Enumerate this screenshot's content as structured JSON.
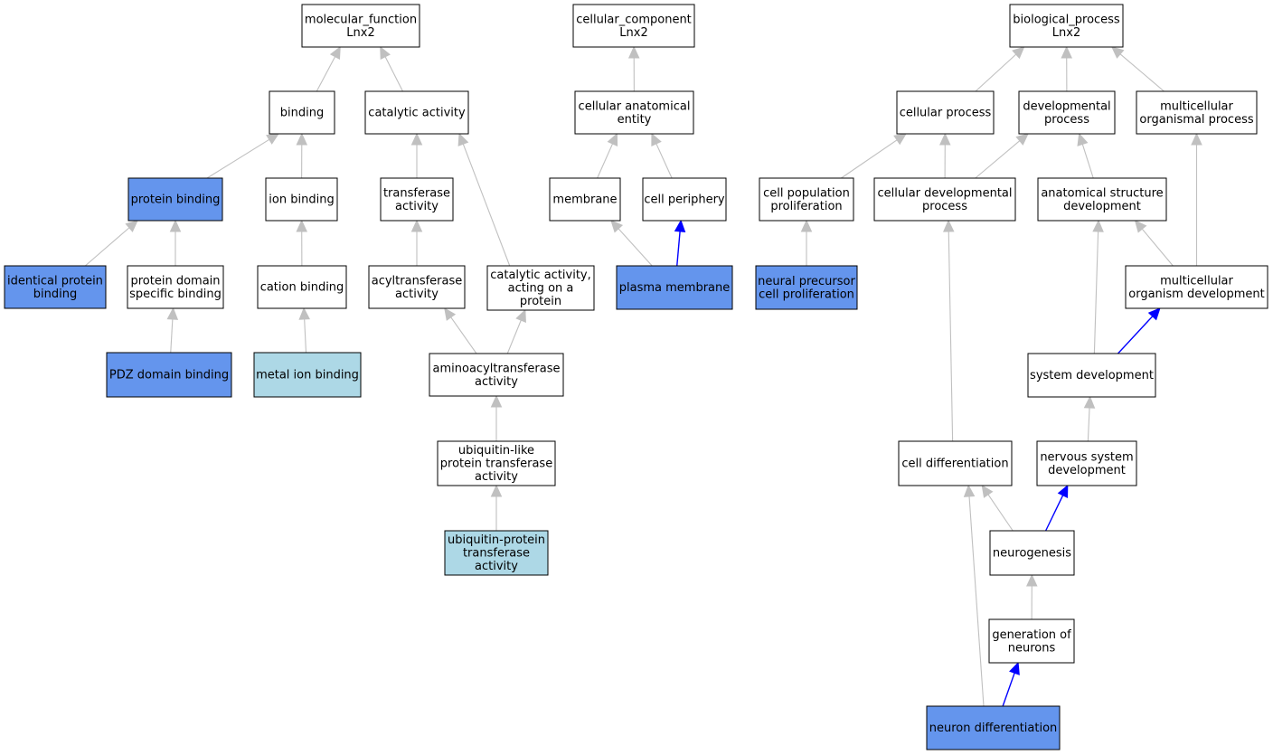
{
  "colors": {
    "default_fill": "#ffffff",
    "highlight_fill": "#6495ed",
    "light_fill": "#add8e6",
    "gray_edge": "#c0c0c0",
    "blue_edge": "#0000ff",
    "border": "#000000"
  },
  "nodes": [
    {
      "id": "mf",
      "lines": [
        "molecular_function",
        "Lnx2"
      ],
      "fill": "default"
    },
    {
      "id": "binding",
      "lines": [
        "binding"
      ],
      "fill": "default"
    },
    {
      "id": "catalytic",
      "lines": [
        "catalytic activity"
      ],
      "fill": "default"
    },
    {
      "id": "protein_binding",
      "lines": [
        "protein binding"
      ],
      "fill": "highlight"
    },
    {
      "id": "ion_binding",
      "lines": [
        "ion binding"
      ],
      "fill": "default"
    },
    {
      "id": "transferase",
      "lines": [
        "transferase",
        "activity"
      ],
      "fill": "default"
    },
    {
      "id": "identical",
      "lines": [
        "identical protein",
        "binding"
      ],
      "fill": "highlight"
    },
    {
      "id": "domain_specific",
      "lines": [
        "protein domain",
        "specific binding"
      ],
      "fill": "default"
    },
    {
      "id": "cation",
      "lines": [
        "cation binding"
      ],
      "fill": "default"
    },
    {
      "id": "acyltransferase",
      "lines": [
        "acyltransferase",
        "activity"
      ],
      "fill": "default"
    },
    {
      "id": "cat_protein",
      "lines": [
        "catalytic activity,",
        "acting on a",
        "protein"
      ],
      "fill": "default"
    },
    {
      "id": "pdz",
      "lines": [
        "PDZ domain binding"
      ],
      "fill": "highlight"
    },
    {
      "id": "metal",
      "lines": [
        "metal ion binding"
      ],
      "fill": "light"
    },
    {
      "id": "aminoacyl",
      "lines": [
        "aminoacyltransferase",
        "activity"
      ],
      "fill": "default"
    },
    {
      "id": "ubl",
      "lines": [
        "ubiquitin-like",
        "protein transferase",
        "activity"
      ],
      "fill": "default"
    },
    {
      "id": "ubp",
      "lines": [
        "ubiquitin-protein",
        "transferase",
        "activity"
      ],
      "fill": "light"
    },
    {
      "id": "cc",
      "lines": [
        "cellular_component",
        "Lnx2"
      ],
      "fill": "default"
    },
    {
      "id": "cae",
      "lines": [
        "cellular anatomical",
        "entity"
      ],
      "fill": "default"
    },
    {
      "id": "membrane",
      "lines": [
        "membrane"
      ],
      "fill": "default"
    },
    {
      "id": "periphery",
      "lines": [
        "cell periphery"
      ],
      "fill": "default"
    },
    {
      "id": "plasma",
      "lines": [
        "plasma membrane"
      ],
      "fill": "highlight"
    },
    {
      "id": "bp",
      "lines": [
        "biological_process",
        "Lnx2"
      ],
      "fill": "default"
    },
    {
      "id": "cell_process",
      "lines": [
        "cellular process"
      ],
      "fill": "default"
    },
    {
      "id": "dev_process",
      "lines": [
        "developmental",
        "process"
      ],
      "fill": "default"
    },
    {
      "id": "multi_process",
      "lines": [
        "multicellular",
        "organismal process"
      ],
      "fill": "default"
    },
    {
      "id": "cell_pop",
      "lines": [
        "cell population",
        "proliferation"
      ],
      "fill": "default"
    },
    {
      "id": "cell_dev",
      "lines": [
        "cellular developmental",
        "process"
      ],
      "fill": "default"
    },
    {
      "id": "anat_dev",
      "lines": [
        "anatomical structure",
        "development"
      ],
      "fill": "default"
    },
    {
      "id": "neural_prec",
      "lines": [
        "neural precursor",
        "cell proliferation"
      ],
      "fill": "highlight"
    },
    {
      "id": "multi_dev",
      "lines": [
        "multicellular",
        "organism development"
      ],
      "fill": "default"
    },
    {
      "id": "sys_dev",
      "lines": [
        "system development"
      ],
      "fill": "default"
    },
    {
      "id": "cell_diff",
      "lines": [
        "cell differentiation"
      ],
      "fill": "default"
    },
    {
      "id": "nerv_dev",
      "lines": [
        "nervous system",
        "development"
      ],
      "fill": "default"
    },
    {
      "id": "neurogenesis",
      "lines": [
        "neurogenesis"
      ],
      "fill": "default"
    },
    {
      "id": "gen_neurons",
      "lines": [
        "generation of",
        "neurons"
      ],
      "fill": "default"
    },
    {
      "id": "neuron_diff",
      "lines": [
        "neuron differentiation"
      ],
      "fill": "highlight"
    }
  ],
  "edges": [
    {
      "from": "binding",
      "to": "mf",
      "color": "gray"
    },
    {
      "from": "catalytic",
      "to": "mf",
      "color": "gray"
    },
    {
      "from": "protein_binding",
      "to": "binding",
      "color": "gray"
    },
    {
      "from": "ion_binding",
      "to": "binding",
      "color": "gray"
    },
    {
      "from": "transferase",
      "to": "catalytic",
      "color": "gray"
    },
    {
      "from": "cat_protein",
      "to": "catalytic",
      "color": "gray"
    },
    {
      "from": "identical",
      "to": "protein_binding",
      "color": "gray"
    },
    {
      "from": "domain_specific",
      "to": "protein_binding",
      "color": "gray"
    },
    {
      "from": "cation",
      "to": "ion_binding",
      "color": "gray"
    },
    {
      "from": "acyltransferase",
      "to": "transferase",
      "color": "gray"
    },
    {
      "from": "pdz",
      "to": "domain_specific",
      "color": "gray"
    },
    {
      "from": "metal",
      "to": "cation",
      "color": "gray"
    },
    {
      "from": "aminoacyl",
      "to": "acyltransferase",
      "color": "gray"
    },
    {
      "from": "aminoacyl",
      "to": "cat_protein",
      "color": "gray"
    },
    {
      "from": "ubl",
      "to": "aminoacyl",
      "color": "gray"
    },
    {
      "from": "ubp",
      "to": "ubl",
      "color": "gray"
    },
    {
      "from": "cae",
      "to": "cc",
      "color": "gray"
    },
    {
      "from": "membrane",
      "to": "cae",
      "color": "gray"
    },
    {
      "from": "periphery",
      "to": "cae",
      "color": "gray"
    },
    {
      "from": "plasma",
      "to": "membrane",
      "color": "gray"
    },
    {
      "from": "plasma",
      "to": "periphery",
      "color": "blue"
    },
    {
      "from": "cell_process",
      "to": "bp",
      "color": "gray"
    },
    {
      "from": "dev_process",
      "to": "bp",
      "color": "gray"
    },
    {
      "from": "multi_process",
      "to": "bp",
      "color": "gray"
    },
    {
      "from": "cell_pop",
      "to": "cell_process",
      "color": "gray"
    },
    {
      "from": "cell_dev",
      "to": "cell_process",
      "color": "gray"
    },
    {
      "from": "cell_dev",
      "to": "dev_process",
      "color": "gray"
    },
    {
      "from": "anat_dev",
      "to": "dev_process",
      "color": "gray"
    },
    {
      "from": "multi_dev",
      "to": "multi_process",
      "color": "gray"
    },
    {
      "from": "neural_prec",
      "to": "cell_pop",
      "color": "gray"
    },
    {
      "from": "multi_dev",
      "to": "anat_dev",
      "color": "gray"
    },
    {
      "from": "sys_dev",
      "to": "anat_dev",
      "color": "gray"
    },
    {
      "from": "sys_dev",
      "to": "multi_dev",
      "color": "blue"
    },
    {
      "from": "cell_diff",
      "to": "cell_dev",
      "color": "gray"
    },
    {
      "from": "nerv_dev",
      "to": "sys_dev",
      "color": "gray"
    },
    {
      "from": "neurogenesis",
      "to": "cell_diff",
      "color": "gray"
    },
    {
      "from": "neurogenesis",
      "to": "nerv_dev",
      "color": "blue"
    },
    {
      "from": "gen_neurons",
      "to": "neurogenesis",
      "color": "gray"
    },
    {
      "from": "neuron_diff",
      "to": "cell_diff",
      "color": "gray"
    },
    {
      "from": "neuron_diff",
      "to": "gen_neurons",
      "color": "blue"
    }
  ]
}
